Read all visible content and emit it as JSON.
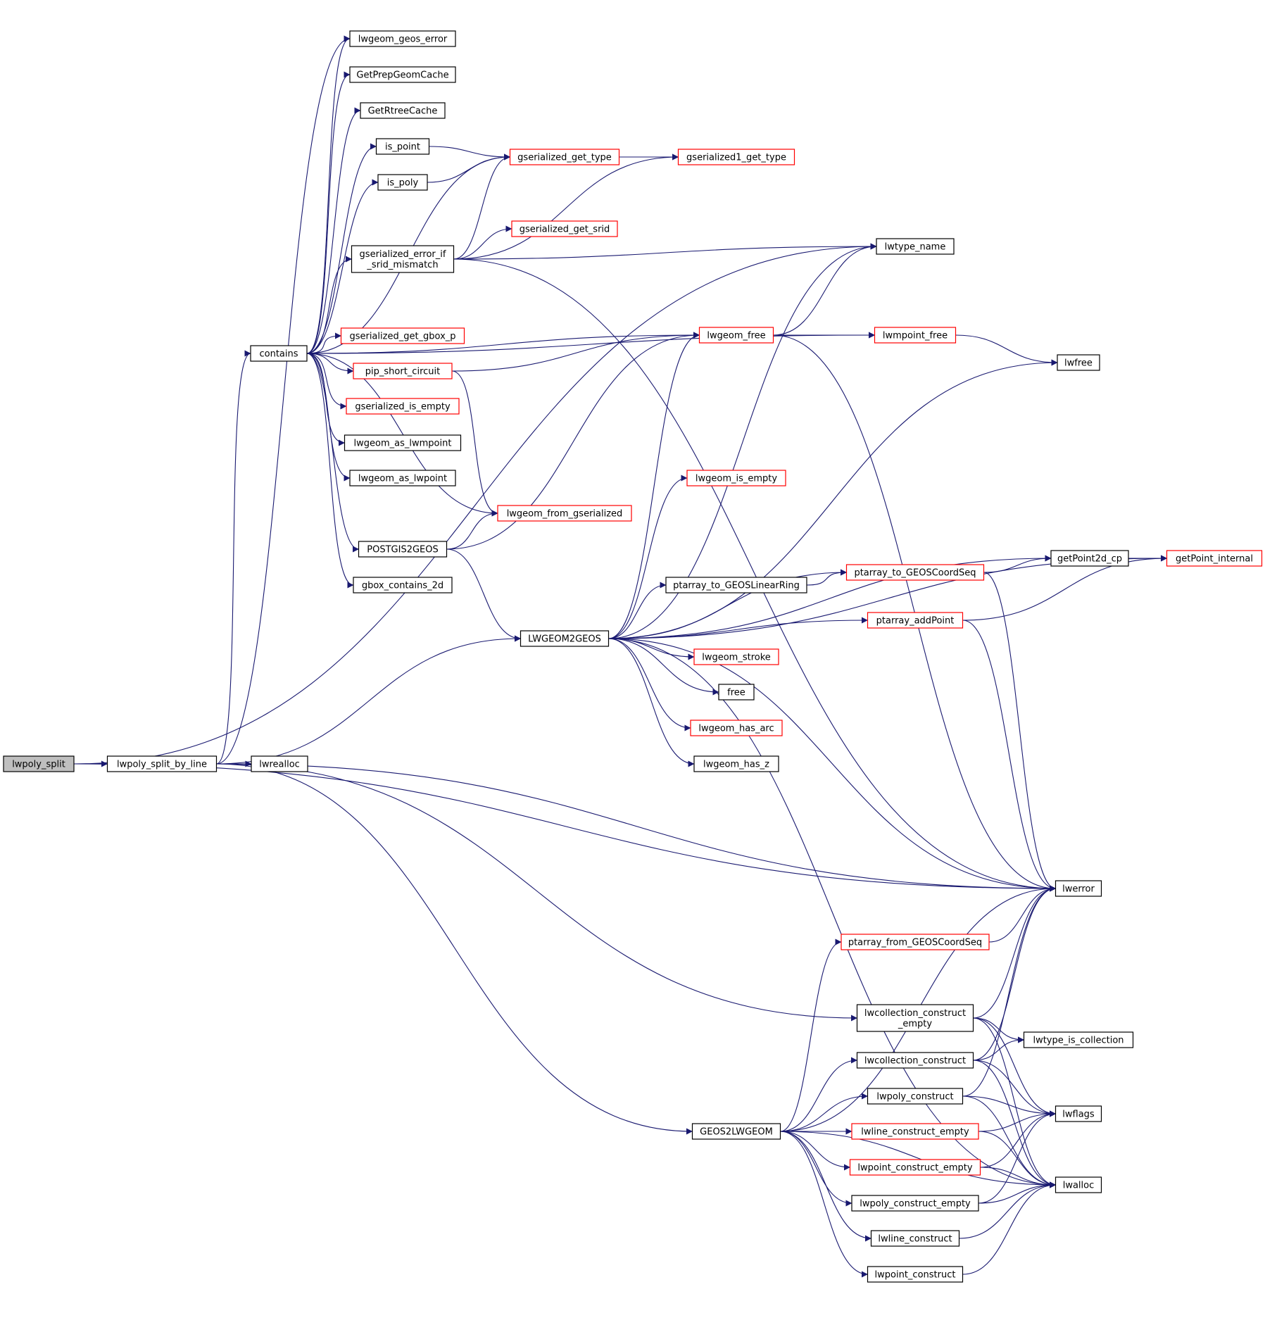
{
  "colors": {
    "edge": "#191970",
    "node_fill": "#ffffff",
    "node_border_default": "#000000",
    "node_border_truncated": "#ff0000",
    "node_fill_root": "#bfbfbf"
  },
  "nodes": [
    {
      "id": "lwpoly_split",
      "label": "lwpoly_split",
      "kind": "root"
    },
    {
      "id": "lwpoly_split_by_line",
      "label": "lwpoly_split_by_line",
      "kind": "normal"
    },
    {
      "id": "lwrealloc",
      "label": "lwrealloc",
      "kind": "normal"
    },
    {
      "id": "contains",
      "label": "contains",
      "kind": "normal"
    },
    {
      "id": "lwgeom_geos_error",
      "label": "lwgeom_geos_error",
      "kind": "normal"
    },
    {
      "id": "GetPrepGeomCache",
      "label": "GetPrepGeomCache",
      "kind": "normal"
    },
    {
      "id": "GetRtreeCache",
      "label": "GetRtreeCache",
      "kind": "normal"
    },
    {
      "id": "is_point",
      "label": "is_point",
      "kind": "normal"
    },
    {
      "id": "is_poly",
      "label": "is_poly",
      "kind": "normal"
    },
    {
      "id": "gserialized_error_if_srid_mismatch",
      "label": "gserialized_error_if",
      "label2": "_srid_mismatch",
      "kind": "normal"
    },
    {
      "id": "gserialized_get_gbox_p",
      "label": "gserialized_get_gbox_p",
      "kind": "truncated"
    },
    {
      "id": "pip_short_circuit",
      "label": "pip_short_circuit",
      "kind": "truncated"
    },
    {
      "id": "gserialized_is_empty",
      "label": "gserialized_is_empty",
      "kind": "truncated"
    },
    {
      "id": "lwgeom_as_lwmpoint",
      "label": "lwgeom_as_lwmpoint",
      "kind": "normal"
    },
    {
      "id": "lwgeom_as_lwpoint",
      "label": "lwgeom_as_lwpoint",
      "kind": "normal"
    },
    {
      "id": "POSTGIS2GEOS",
      "label": "POSTGIS2GEOS",
      "kind": "normal"
    },
    {
      "id": "gbox_contains_2d",
      "label": "gbox_contains_2d",
      "kind": "normal"
    },
    {
      "id": "gserialized_get_type",
      "label": "gserialized_get_type",
      "kind": "truncated"
    },
    {
      "id": "gserialized1_get_type",
      "label": "gserialized1_get_type",
      "kind": "truncated"
    },
    {
      "id": "gserialized_get_srid",
      "label": "gserialized_get_srid",
      "kind": "truncated"
    },
    {
      "id": "lwgeom_from_gserialized",
      "label": "lwgeom_from_gserialized",
      "kind": "truncated"
    },
    {
      "id": "lwtype_name",
      "label": "lwtype_name",
      "kind": "normal"
    },
    {
      "id": "lwgeom_free",
      "label": "lwgeom_free",
      "kind": "truncated"
    },
    {
      "id": "lwmpoint_free",
      "label": "lwmpoint_free",
      "kind": "truncated"
    },
    {
      "id": "lwfree",
      "label": "lwfree",
      "kind": "normal"
    },
    {
      "id": "lwgeom_is_empty",
      "label": "lwgeom_is_empty",
      "kind": "truncated"
    },
    {
      "id": "getPoint2d_cp",
      "label": "getPoint2d_cp",
      "kind": "normal"
    },
    {
      "id": "getPoint_internal",
      "label": "getPoint_internal",
      "kind": "truncated"
    },
    {
      "id": "ptarray_to_GEOSLinearRing",
      "label": "ptarray_to_GEOSLinearRing",
      "kind": "normal"
    },
    {
      "id": "ptarray_to_GEOSCoordSeq",
      "label": "ptarray_to_GEOSCoordSeq",
      "kind": "truncated"
    },
    {
      "id": "ptarray_addPoint",
      "label": "ptarray_addPoint",
      "kind": "truncated"
    },
    {
      "id": "LWGEOM2GEOS",
      "label": "LWGEOM2GEOS",
      "kind": "normal"
    },
    {
      "id": "lwgeom_stroke",
      "label": "lwgeom_stroke",
      "kind": "truncated"
    },
    {
      "id": "free",
      "label": "free",
      "kind": "normal"
    },
    {
      "id": "lwgeom_has_arc",
      "label": "lwgeom_has_arc",
      "kind": "truncated"
    },
    {
      "id": "lwgeom_has_z",
      "label": "lwgeom_has_z",
      "kind": "normal"
    },
    {
      "id": "lwerror",
      "label": "lwerror",
      "kind": "normal"
    },
    {
      "id": "ptarray_from_GEOSCoordSeq",
      "label": "ptarray_from_GEOSCoordSeq",
      "kind": "truncated"
    },
    {
      "id": "lwcollection_construct_empty",
      "label": "lwcollection_construct",
      "label2": "_empty",
      "kind": "normal"
    },
    {
      "id": "lwcollection_construct",
      "label": "lwcollection_construct",
      "kind": "normal"
    },
    {
      "id": "lwtype_is_collection",
      "label": "lwtype_is_collection",
      "kind": "normal"
    },
    {
      "id": "lwpoly_construct",
      "label": "lwpoly_construct",
      "kind": "normal"
    },
    {
      "id": "GEOS2LWGEOM",
      "label": "GEOS2LWGEOM",
      "kind": "normal"
    },
    {
      "id": "lwline_construct_empty",
      "label": "lwline_construct_empty",
      "kind": "truncated"
    },
    {
      "id": "lwflags",
      "label": "lwflags",
      "kind": "normal"
    },
    {
      "id": "lwpoint_construct_empty",
      "label": "lwpoint_construct_empty",
      "kind": "truncated"
    },
    {
      "id": "lwalloc",
      "label": "lwalloc",
      "kind": "normal"
    },
    {
      "id": "lwpoly_construct_empty",
      "label": "lwpoly_construct_empty",
      "kind": "normal"
    },
    {
      "id": "lwline_construct",
      "label": "lwline_construct",
      "kind": "normal"
    },
    {
      "id": "lwpoint_construct",
      "label": "lwpoint_construct",
      "kind": "normal"
    }
  ],
  "edges": [
    [
      "lwpoly_split",
      "lwpoly_split_by_line"
    ],
    [
      "lwpoly_split",
      "lwtype_name"
    ],
    [
      "lwpoly_split",
      "lwerror"
    ],
    [
      "lwpoly_split_by_line",
      "lwrealloc"
    ],
    [
      "lwpoly_split_by_line",
      "contains"
    ],
    [
      "lwpoly_split_by_line",
      "lwgeom_geos_error"
    ],
    [
      "lwpoly_split_by_line",
      "LWGEOM2GEOS"
    ],
    [
      "lwpoly_split_by_line",
      "lwerror"
    ],
    [
      "lwpoly_split_by_line",
      "lwcollection_construct_empty"
    ],
    [
      "lwpoly_split_by_line",
      "GEOS2LWGEOM"
    ],
    [
      "contains",
      "lwgeom_geos_error"
    ],
    [
      "contains",
      "GetPrepGeomCache"
    ],
    [
      "contains",
      "GetRtreeCache"
    ],
    [
      "contains",
      "is_point"
    ],
    [
      "contains",
      "is_poly"
    ],
    [
      "contains",
      "gserialized_error_if_srid_mismatch"
    ],
    [
      "contains",
      "gserialized_get_type"
    ],
    [
      "contains",
      "gserialized_get_gbox_p"
    ],
    [
      "contains",
      "pip_short_circuit"
    ],
    [
      "contains",
      "gserialized_is_empty"
    ],
    [
      "contains",
      "lwgeom_as_lwmpoint"
    ],
    [
      "contains",
      "lwgeom_as_lwpoint"
    ],
    [
      "contains",
      "POSTGIS2GEOS"
    ],
    [
      "contains",
      "gbox_contains_2d"
    ],
    [
      "contains",
      "lwgeom_from_gserialized"
    ],
    [
      "contains",
      "lwmpoint_free"
    ],
    [
      "contains",
      "lwgeom_free"
    ],
    [
      "is_point",
      "gserialized_get_type"
    ],
    [
      "is_poly",
      "gserialized_get_type"
    ],
    [
      "gserialized_get_type",
      "gserialized1_get_type"
    ],
    [
      "gserialized_error_if_srid_mismatch",
      "gserialized_get_type"
    ],
    [
      "gserialized_error_if_srid_mismatch",
      "gserialized_get_srid"
    ],
    [
      "gserialized_error_if_srid_mismatch",
      "gserialized1_get_type"
    ],
    [
      "gserialized_error_if_srid_mismatch",
      "lwtype_name"
    ],
    [
      "gserialized_error_if_srid_mismatch",
      "lwerror"
    ],
    [
      "pip_short_circuit",
      "lwgeom_free"
    ],
    [
      "pip_short_circuit",
      "lwgeom_from_gserialized"
    ],
    [
      "POSTGIS2GEOS",
      "lwgeom_from_gserialized"
    ],
    [
      "POSTGIS2GEOS",
      "LWGEOM2GEOS"
    ],
    [
      "POSTGIS2GEOS",
      "lwgeom_free"
    ],
    [
      "lwgeom_free",
      "lwtype_name"
    ],
    [
      "lwgeom_free",
      "lwmpoint_free"
    ],
    [
      "lwgeom_free",
      "lwerror"
    ],
    [
      "lwmpoint_free",
      "lwfree"
    ],
    [
      "LWGEOM2GEOS",
      "lwgeom_free"
    ],
    [
      "LWGEOM2GEOS",
      "lwtype_name"
    ],
    [
      "LWGEOM2GEOS",
      "lwfree"
    ],
    [
      "LWGEOM2GEOS",
      "getPoint_internal"
    ],
    [
      "LWGEOM2GEOS",
      "lwgeom_is_empty"
    ],
    [
      "LWGEOM2GEOS",
      "getPoint2d_cp"
    ],
    [
      "LWGEOM2GEOS",
      "ptarray_to_GEOSCoordSeq"
    ],
    [
      "LWGEOM2GEOS",
      "ptarray_to_GEOSLinearRing"
    ],
    [
      "LWGEOM2GEOS",
      "ptarray_addPoint"
    ],
    [
      "LWGEOM2GEOS",
      "lwgeom_stroke"
    ],
    [
      "LWGEOM2GEOS",
      "free"
    ],
    [
      "LWGEOM2GEOS",
      "lwgeom_has_arc"
    ],
    [
      "LWGEOM2GEOS",
      "lwgeom_has_z"
    ],
    [
      "LWGEOM2GEOS",
      "lwerror"
    ],
    [
      "LWGEOM2GEOS",
      "lwalloc"
    ],
    [
      "ptarray_to_GEOSLinearRing",
      "ptarray_to_GEOSCoordSeq"
    ],
    [
      "ptarray_to_GEOSCoordSeq",
      "getPoint2d_cp"
    ],
    [
      "ptarray_to_GEOSCoordSeq",
      "lwerror"
    ],
    [
      "getPoint2d_cp",
      "getPoint_internal"
    ],
    [
      "ptarray_addPoint",
      "getPoint_internal"
    ],
    [
      "ptarray_addPoint",
      "lwerror"
    ],
    [
      "ptarray_from_GEOSCoordSeq",
      "lwerror"
    ],
    [
      "lwcollection_construct_empty",
      "lwerror"
    ],
    [
      "lwcollection_construct_empty",
      "lwtype_is_collection"
    ],
    [
      "lwcollection_construct_empty",
      "lwflags"
    ],
    [
      "lwcollection_construct_empty",
      "lwalloc"
    ],
    [
      "lwcollection_construct",
      "lwerror"
    ],
    [
      "lwcollection_construct",
      "lwtype_is_collection"
    ],
    [
      "lwcollection_construct",
      "lwflags"
    ],
    [
      "lwcollection_construct",
      "lwalloc"
    ],
    [
      "lwpoly_construct",
      "lwerror"
    ],
    [
      "lwpoly_construct",
      "lwflags"
    ],
    [
      "lwpoly_construct",
      "lwalloc"
    ],
    [
      "GEOS2LWGEOM",
      "ptarray_from_GEOSCoordSeq"
    ],
    [
      "GEOS2LWGEOM",
      "lwerror"
    ],
    [
      "GEOS2LWGEOM",
      "lwcollection_construct"
    ],
    [
      "GEOS2LWGEOM",
      "lwpoly_construct"
    ],
    [
      "GEOS2LWGEOM",
      "lwline_construct_empty"
    ],
    [
      "GEOS2LWGEOM",
      "lwpoint_construct_empty"
    ],
    [
      "GEOS2LWGEOM",
      "lwpoly_construct_empty"
    ],
    [
      "GEOS2LWGEOM",
      "lwline_construct"
    ],
    [
      "GEOS2LWGEOM",
      "lwpoint_construct"
    ],
    [
      "GEOS2LWGEOM",
      "lwalloc"
    ],
    [
      "lwline_construct_empty",
      "lwflags"
    ],
    [
      "lwline_construct_empty",
      "lwalloc"
    ],
    [
      "lwpoint_construct_empty",
      "lwflags"
    ],
    [
      "lwpoint_construct_empty",
      "lwalloc"
    ],
    [
      "lwpoly_construct_empty",
      "lwflags"
    ],
    [
      "lwpoly_construct_empty",
      "lwalloc"
    ],
    [
      "lwline_construct",
      "lwalloc"
    ],
    [
      "lwpoint_construct",
      "lwalloc"
    ]
  ]
}
